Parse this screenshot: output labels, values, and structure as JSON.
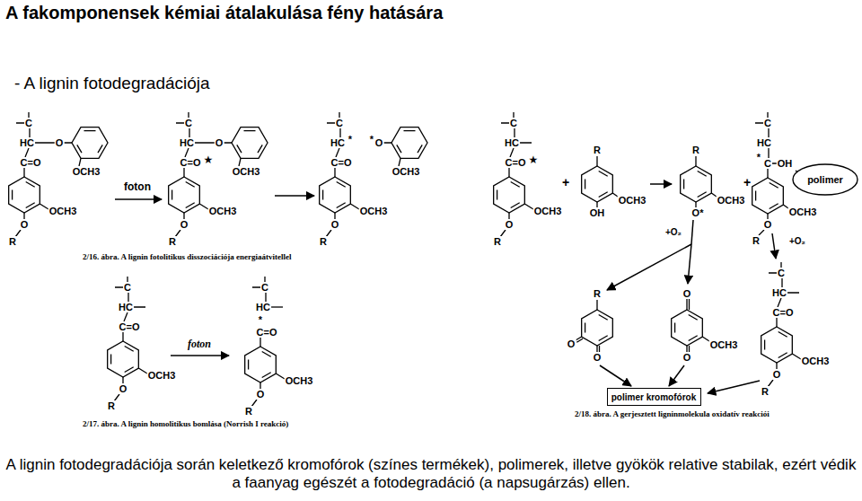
{
  "diagram": {
    "title": "A fakomponensek kémiai átalakulása fény hatására",
    "caption": "A lignin fotodegradációja során keletkező kromofórok (színes termékek), polimerek, illetve gyökök relative stabilak, ezért védik a faanyag egészét a fotodegradáció (a napsugárzás) ellen.",
    "nodes": [
      {
        "text": [
          "polimer"
        ]
      },
      {
        "text": [
          "polimer kromofórok"
        ]
      }
    ],
    "labels": [
      "- A lignin fotodegradációja",
      "C",
      "HC",
      "C=O",
      "OCH3",
      "O",
      "R",
      "O",
      "OCH3",
      "foton",
      "C",
      "HC",
      "C=O",
      "OCH3",
      "O",
      "R",
      "★",
      "O",
      "OCH3",
      "C",
      "HC",
      "*",
      "*",
      "C=O",
      "OCH3",
      "O",
      "R",
      "O",
      "OCH3",
      "2/16. ábra. A lignin fotolitikus disszociációja energiaátvitellel",
      "C",
      "HC",
      "C=O",
      "OCH3",
      "O",
      "R",
      "foton",
      "C",
      "HC",
      "*",
      "C=O",
      "OCH3",
      "O",
      "R",
      "2/17. ábra. A lignin homolitikus bomlása (Norrish I reakció)",
      "C",
      "HC",
      "C=O",
      "OCH3",
      "O",
      "R",
      "★",
      "+",
      "R",
      "OCH3",
      "OH",
      "R",
      "OCH3",
      "O*",
      "+",
      "C",
      "HC",
      "*",
      "C",
      "OH",
      "OCH3",
      "O",
      "R",
      "+O₂",
      "+O₂",
      "R",
      "O",
      "O",
      "O",
      "O",
      "OCH3",
      "C",
      "HC",
      "C=O",
      "OCH3",
      "O",
      "R",
      "2/18. ábra. A gerjesztett ligninmolekula oxidatív reakciói"
    ]
  }
}
